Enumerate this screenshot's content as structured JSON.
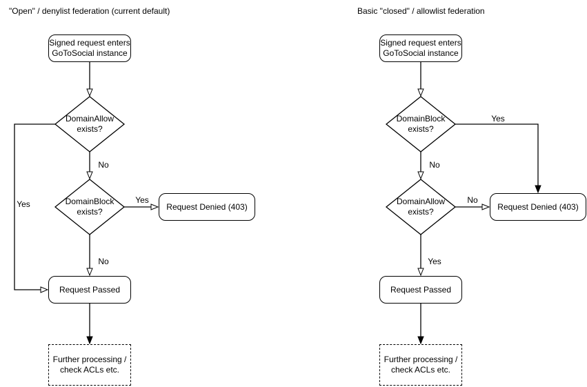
{
  "diagram": {
    "left": {
      "title": "\"Open\" / denylist federation (current default)",
      "start": "Signed request enters\nGoToSocial instance",
      "decision1": "DomainAllow\nexists?",
      "decision2": "DomainBlock\nexists?",
      "denied": "Request Denied (403)",
      "passed": "Request Passed",
      "further": "Further processing /\ncheck ACLs etc.",
      "label_decision1_down": "No",
      "label_decision1_side": "Yes",
      "label_decision2_down": "No",
      "label_decision2_side": "Yes"
    },
    "right": {
      "title": "Basic \"closed\" / allowlist federation",
      "start": "Signed request enters\nGoToSocial instance",
      "decision1": "DomainBlock\nexists?",
      "decision2": "DomainAllow\nexists?",
      "denied": "Request Denied (403)",
      "passed": "Request Passed",
      "further": "Further processing /\ncheck ACLs etc.",
      "label_decision1_down": "No",
      "label_decision1_side": "Yes",
      "label_decision2_down": "Yes",
      "label_decision2_side": "No"
    },
    "colors": {
      "stroke": "#000000",
      "node_fill": "#ffffff",
      "background": "#ffffff",
      "text": "#000000"
    }
  }
}
